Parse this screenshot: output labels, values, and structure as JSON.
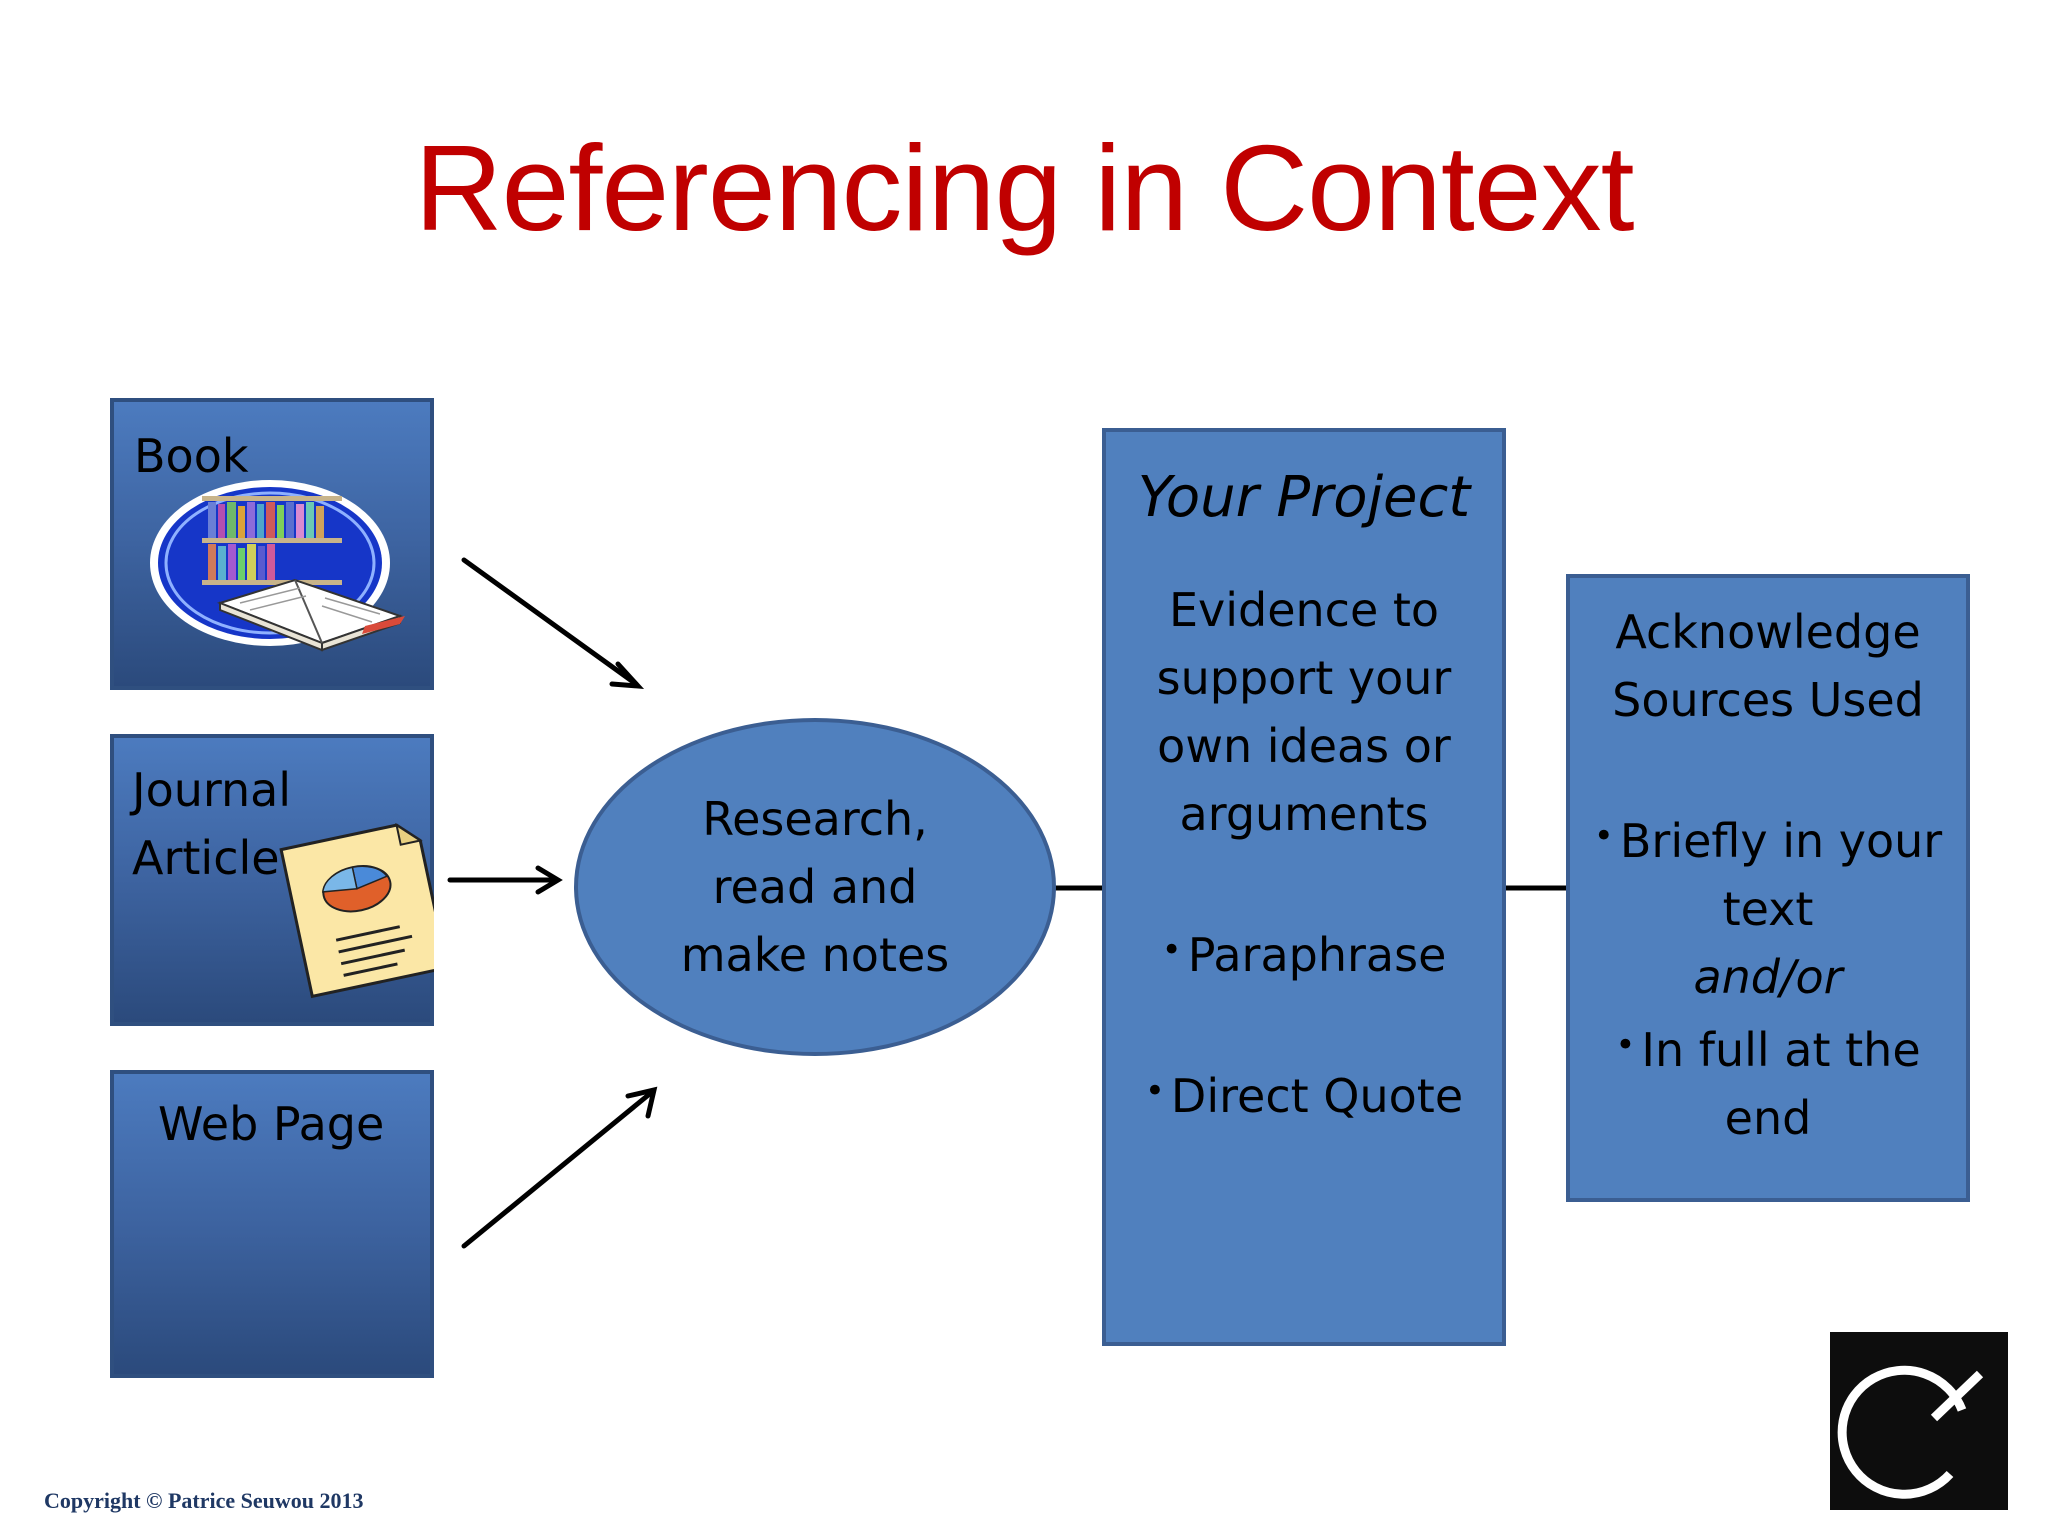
{
  "title": "Referencing in Context",
  "sources": {
    "book": "Book",
    "journal_line1": "Journal",
    "journal_line2": "Article",
    "web": "Web Page"
  },
  "process": {
    "line1": "Research,",
    "line2": "read and",
    "line3": "make notes"
  },
  "project": {
    "title": "Your Project",
    "desc_lines": [
      "Evidence to",
      "support your",
      "own ideas or",
      "arguments"
    ],
    "bullets": [
      "Paraphrase",
      "Direct Quote"
    ]
  },
  "acknowledge": {
    "title_line1": "Acknowledge",
    "title_line2": "Sources Used",
    "bullet1_line1": "Briefly in your",
    "bullet1_line2": "text",
    "connector": "and/or",
    "bullet2_line1": "In full at the",
    "bullet2_line2": "end"
  },
  "copyright": "Copyright © Patrice Seuwou 2013",
  "colors": {
    "title": "#c00000",
    "box_fill": "#5080be",
    "box_border": "#3b5e92"
  },
  "icons": [
    "library-books-icon",
    "document-pie-chart-icon",
    "logo-icon"
  ]
}
